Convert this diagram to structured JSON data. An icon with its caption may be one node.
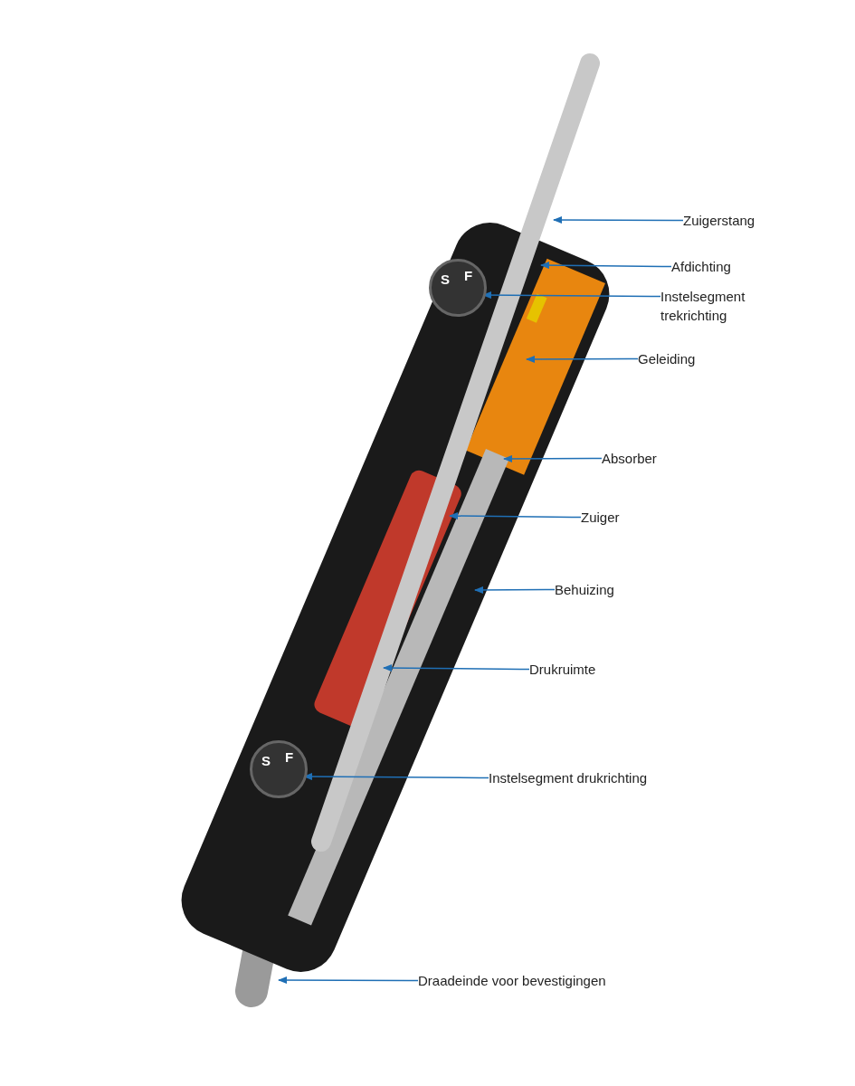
{
  "diagram": {
    "nodes": [
      {
        "text": [
          "Zuigerstang"
        ]
      },
      {
        "text": [
          "Afdichting"
        ]
      },
      {
        "text": [
          "Instelsegment trekrichting"
        ]
      },
      {
        "text": [
          "Geleiding"
        ]
      },
      {
        "text": [
          "Absorber"
        ]
      },
      {
        "text": [
          "Zuiger"
        ]
      },
      {
        "text": [
          "Behuizing"
        ]
      },
      {
        "text": [
          "Drukruimte"
        ]
      },
      {
        "text": [
          "Instelsegment drukrichting"
        ]
      },
      {
        "text": [
          "Draadeinde voor bevestigingen"
        ]
      },
      {
        "text": [
          "S",
          "F"
        ]
      },
      {
        "text": [
          "S",
          "F"
        ]
      }
    ],
    "edges": [
      {
        "from": 0,
        "to": null,
        "arrow": "to"
      },
      {
        "from": 1,
        "to": null,
        "arrow": "to"
      },
      {
        "from": 2,
        "to": 10,
        "arrow": "to"
      },
      {
        "from": 3,
        "to": null,
        "arrow": "to"
      },
      {
        "from": 4,
        "to": null,
        "arrow": "to"
      },
      {
        "from": 5,
        "to": null,
        "arrow": "to"
      },
      {
        "from": 6,
        "to": null,
        "arrow": "to"
      },
      {
        "from": 7,
        "to": null,
        "arrow": "to"
      },
      {
        "from": 8,
        "to": 11,
        "arrow": "to"
      },
      {
        "from": 9,
        "to": null,
        "arrow": "to"
      }
    ]
  }
}
